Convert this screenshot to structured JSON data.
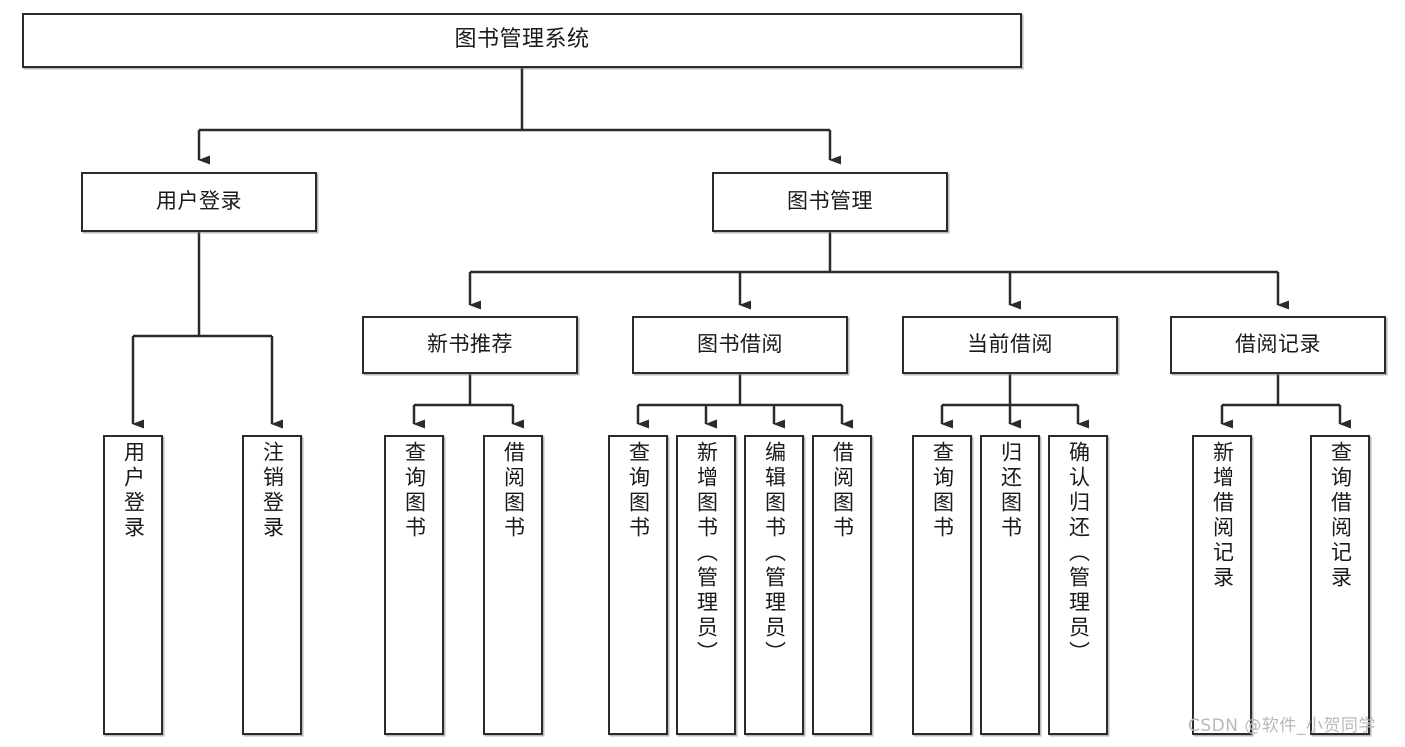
{
  "diagram": {
    "type": "tree-hierarchy-chart",
    "title": "图书管理系统",
    "watermark": "CSDN @软件_小贺同学",
    "colors": {
      "stroke": "#2b2b2b",
      "fill": "#ffffff",
      "text": "#1a1a1a",
      "watermark": "#b9b9b9"
    },
    "nodes": {
      "root": {
        "label": "图书管理系统"
      },
      "level2": [
        {
          "id": "user-login",
          "label": "用户登录"
        },
        {
          "id": "book-management",
          "label": "图书管理"
        }
      ],
      "level3": [
        {
          "id": "new-book-recommend",
          "label": "新书推荐"
        },
        {
          "id": "book-borrow",
          "label": "图书借阅"
        },
        {
          "id": "current-borrow",
          "label": "当前借阅"
        },
        {
          "id": "borrow-record",
          "label": "借阅记录"
        }
      ],
      "leaves": {
        "user-login": [
          {
            "id": "leaf-user-login",
            "label": "用户登录"
          },
          {
            "id": "leaf-logout-login",
            "label": "注销登录"
          }
        ],
        "new-book-recommend": [
          {
            "id": "leaf-query-book-1",
            "label": "查询图书"
          },
          {
            "id": "leaf-borrow-book-1",
            "label": "借阅图书"
          }
        ],
        "book-borrow": [
          {
            "id": "leaf-query-book-2",
            "label": "查询图书"
          },
          {
            "id": "leaf-add-book",
            "label": "新增图书（管理员）"
          },
          {
            "id": "leaf-edit-book",
            "label": "编辑图书（管理员）"
          },
          {
            "id": "leaf-borrow-book-2",
            "label": "借阅图书"
          }
        ],
        "current-borrow": [
          {
            "id": "leaf-query-book-3",
            "label": "查询图书"
          },
          {
            "id": "leaf-return-book",
            "label": "归还图书"
          },
          {
            "id": "leaf-confirm-return",
            "label": "确认归还（管理员）"
          }
        ],
        "borrow-record": [
          {
            "id": "leaf-add-record",
            "label": "新增借阅记录"
          },
          {
            "id": "leaf-query-record",
            "label": "查询借阅记录"
          }
        ]
      }
    }
  }
}
